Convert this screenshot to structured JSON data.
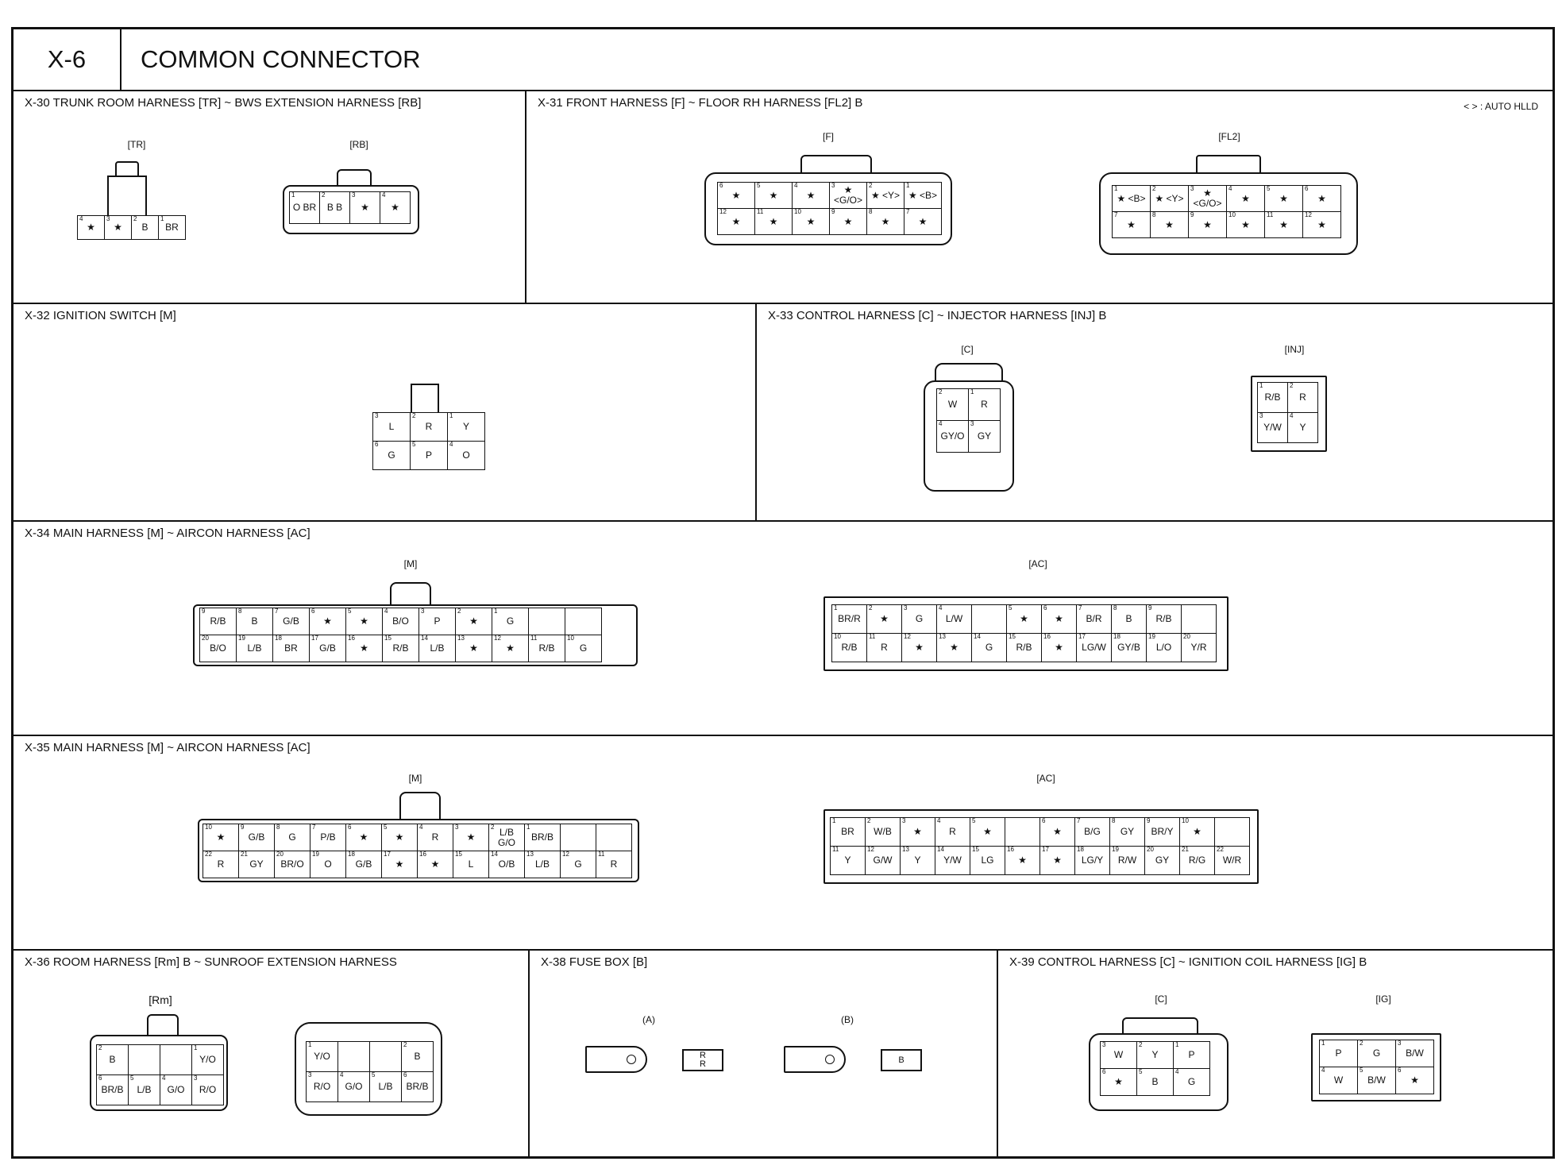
{
  "header": {
    "id": "X-6",
    "title": "COMMON CONNECTOR"
  },
  "panels": {
    "x30": {
      "title": "X-30 TRUNK ROOM HARNESS [TR] ~ BWS EXTENSION HARNESS [RB]",
      "tr": {
        "label": "[TR]",
        "rows": [
          [
            {
              "n": "4",
              "v": "★"
            },
            {
              "n": "3",
              "v": "★"
            },
            {
              "n": "2",
              "v": "B"
            },
            {
              "n": "1",
              "v": "BR"
            }
          ]
        ]
      },
      "rb": {
        "label": "[RB]",
        "rows": [
          [
            {
              "n": "1",
              "v": "O BR"
            },
            {
              "n": "2",
              "v": "B B"
            },
            {
              "n": "3",
              "v": "★"
            },
            {
              "n": "4",
              "v": "★"
            }
          ]
        ]
      }
    },
    "x31": {
      "title": "X-31 FRONT HARNESS [F] ~ FLOOR RH HARNESS [FL2] B",
      "note": "< > : AUTO HLLD",
      "f": {
        "label": "[F]",
        "rows": [
          [
            {
              "n": "6",
              "v": "★"
            },
            {
              "n": "5",
              "v": "★"
            },
            {
              "n": "4",
              "v": "★"
            },
            {
              "n": "3",
              "v": "★ <G/O>"
            },
            {
              "n": "2",
              "v": "★ <Y>"
            },
            {
              "n": "1",
              "v": "★ <B>"
            }
          ],
          [
            {
              "n": "12",
              "v": "★"
            },
            {
              "n": "11",
              "v": "★"
            },
            {
              "n": "10",
              "v": "★"
            },
            {
              "n": "9",
              "v": "★"
            },
            {
              "n": "8",
              "v": "★"
            },
            {
              "n": "7",
              "v": "★"
            }
          ]
        ]
      },
      "fl2": {
        "label": "[FL2]",
        "rows": [
          [
            {
              "n": "1",
              "v": "★ <B>"
            },
            {
              "n": "2",
              "v": "★ <Y>"
            },
            {
              "n": "3",
              "v": "★ <G/O>"
            },
            {
              "n": "4",
              "v": "★"
            },
            {
              "n": "5",
              "v": "★"
            },
            {
              "n": "6",
              "v": "★"
            }
          ],
          [
            {
              "n": "7",
              "v": "★"
            },
            {
              "n": "8",
              "v": "★"
            },
            {
              "n": "9",
              "v": "★"
            },
            {
              "n": "10",
              "v": "★"
            },
            {
              "n": "11",
              "v": "★"
            },
            {
              "n": "12",
              "v": "★"
            }
          ]
        ]
      }
    },
    "x32": {
      "title": "X-32 IGNITION SWITCH [M]",
      "m": {
        "rows": [
          [
            {
              "n": "3",
              "v": "L"
            },
            {
              "n": "2",
              "v": "R"
            },
            {
              "n": "1",
              "v": "Y"
            }
          ],
          [
            {
              "n": "6",
              "v": "G"
            },
            {
              "n": "5",
              "v": "P"
            },
            {
              "n": "4",
              "v": "O"
            }
          ]
        ]
      }
    },
    "x33": {
      "title": "X-33 CONTROL HARNESS [C] ~ INJECTOR HARNESS [INJ] B",
      "c": {
        "label": "[C]",
        "rows": [
          [
            {
              "n": "2",
              "v": "W"
            },
            {
              "n": "1",
              "v": "R"
            }
          ],
          [
            {
              "n": "4",
              "v": "GY/O"
            },
            {
              "n": "3",
              "v": "GY"
            }
          ]
        ]
      },
      "inj": {
        "label": "[INJ]",
        "rows": [
          [
            {
              "n": "1",
              "v": "R/B"
            },
            {
              "n": "2",
              "v": "R"
            }
          ],
          [
            {
              "n": "3",
              "v": "Y/W"
            },
            {
              "n": "4",
              "v": "Y"
            }
          ]
        ]
      }
    },
    "x34": {
      "title": "X-34 MAIN HARNESS [M] ~ AIRCON HARNESS [AC]",
      "m": {
        "label": "[M]",
        "rows": [
          [
            {
              "n": "9",
              "v": "R/B"
            },
            {
              "n": "8",
              "v": "B"
            },
            {
              "n": "7",
              "v": "G/B"
            },
            {
              "n": "6",
              "v": "★"
            },
            {
              "n": "5",
              "v": "★"
            },
            {
              "n": "4",
              "v": "B/O"
            },
            {
              "n": "3",
              "v": "P"
            },
            {
              "n": "2",
              "v": "★"
            },
            {
              "n": "1",
              "v": "G"
            }
          ],
          [
            {
              "n": "20",
              "v": "B/O"
            },
            {
              "n": "19",
              "v": "L/B"
            },
            {
              "n": "18",
              "v": "BR"
            },
            {
              "n": "17",
              "v": "G/B"
            },
            {
              "n": "16",
              "v": "★"
            },
            {
              "n": "15",
              "v": "R/B"
            },
            {
              "n": "14",
              "v": "L/B"
            },
            {
              "n": "13",
              "v": "★"
            },
            {
              "n": "12",
              "v": "★"
            },
            {
              "n": "11",
              "v": "R/B"
            },
            {
              "n": "10",
              "v": "G"
            }
          ]
        ]
      },
      "ac": {
        "label": "[AC]",
        "rows": [
          [
            {
              "n": "1",
              "v": "BR/R"
            },
            {
              "n": "2",
              "v": "★"
            },
            {
              "n": "3",
              "v": "G"
            },
            {
              "n": "4",
              "v": "L/W"
            },
            {
              "n": "",
              "v": ""
            },
            {
              "n": "5",
              "v": "★"
            },
            {
              "n": "6",
              "v": "★"
            },
            {
              "n": "7",
              "v": "B/R"
            },
            {
              "n": "8",
              "v": "B"
            },
            {
              "n": "9",
              "v": "R/B"
            }
          ],
          [
            {
              "n": "10",
              "v": "R/B"
            },
            {
              "n": "11",
              "v": "R"
            },
            {
              "n": "12",
              "v": "★"
            },
            {
              "n": "13",
              "v": "★"
            },
            {
              "n": "14",
              "v": "G"
            },
            {
              "n": "15",
              "v": "R/B"
            },
            {
              "n": "16",
              "v": "★"
            },
            {
              "n": "17",
              "v": "LG/W"
            },
            {
              "n": "18",
              "v": "GY/B"
            },
            {
              "n": "19",
              "v": "L/O"
            },
            {
              "n": "20",
              "v": "Y/R"
            }
          ]
        ]
      }
    },
    "x35": {
      "title": "X-35 MAIN HARNESS [M] ~ AIRCON HARNESS [AC]",
      "m": {
        "label": "[M]",
        "rows": [
          [
            {
              "n": "10",
              "v": "★"
            },
            {
              "n": "9",
              "v": "G/B"
            },
            {
              "n": "8",
              "v": "G"
            },
            {
              "n": "7",
              "v": "P/B"
            },
            {
              "n": "6",
              "v": "★"
            },
            {
              "n": "5",
              "v": "★"
            },
            {
              "n": "4",
              "v": "R"
            },
            {
              "n": "3",
              "v": "★"
            },
            {
              "n": "2",
              "v": "L/B G/O"
            },
            {
              "n": "1",
              "v": "BR/B"
            }
          ],
          [
            {
              "n": "22",
              "v": "R"
            },
            {
              "n": "21",
              "v": "GY"
            },
            {
              "n": "20",
              "v": "BR/O"
            },
            {
              "n": "19",
              "v": "O"
            },
            {
              "n": "18",
              "v": "G/B"
            },
            {
              "n": "17",
              "v": "★"
            },
            {
              "n": "16",
              "v": "★"
            },
            {
              "n": "15",
              "v": "L"
            },
            {
              "n": "14",
              "v": "O/B"
            },
            {
              "n": "13",
              "v": "L/B"
            },
            {
              "n": "12",
              "v": "G"
            },
            {
              "n": "11",
              "v": "R"
            }
          ]
        ]
      },
      "ac": {
        "label": "[AC]",
        "rows": [
          [
            {
              "n": "1",
              "v": "BR"
            },
            {
              "n": "2",
              "v": "W/B"
            },
            {
              "n": "3",
              "v": "★"
            },
            {
              "n": "4",
              "v": "R"
            },
            {
              "n": "5",
              "v": "★"
            },
            {
              "n": "",
              "v": ""
            },
            {
              "n": "6",
              "v": "★"
            },
            {
              "n": "7",
              "v": "B/G"
            },
            {
              "n": "8",
              "v": "GY"
            },
            {
              "n": "9",
              "v": "BR/Y"
            },
            {
              "n": "10",
              "v": "★"
            }
          ],
          [
            {
              "n": "11",
              "v": "Y"
            },
            {
              "n": "12",
              "v": "G/W"
            },
            {
              "n": "13",
              "v": "Y"
            },
            {
              "n": "14",
              "v": "Y/W"
            },
            {
              "n": "15",
              "v": "LG"
            },
            {
              "n": "16",
              "v": "★"
            },
            {
              "n": "17",
              "v": "★"
            },
            {
              "n": "18",
              "v": "LG/Y"
            },
            {
              "n": "19",
              "v": "R/W"
            },
            {
              "n": "20",
              "v": "GY"
            },
            {
              "n": "21",
              "v": "R/G"
            },
            {
              "n": "22",
              "v": "W/R"
            }
          ]
        ]
      }
    },
    "x36": {
      "title": "X-36 ROOM HARNESS [Rm] B ~ SUNROOF EXTENSION HARNESS",
      "rm": {
        "label": "[Rm]",
        "rows": [
          [
            {
              "n": "2",
              "v": "B"
            },
            {
              "n": "",
              "v": ""
            },
            {
              "n": "",
              "v": ""
            },
            {
              "n": "1",
              "v": "Y/O"
            }
          ],
          [
            {
              "n": "6",
              "v": "BR/B"
            },
            {
              "n": "5",
              "v": "L/B"
            },
            {
              "n": "4",
              "v": "G/O"
            },
            {
              "n": "3",
              "v": "R/O"
            }
          ]
        ]
      },
      "ext": {
        "rows": [
          [
            {
              "n": "1",
              "v": "Y/O"
            },
            {
              "n": "",
              "v": ""
            },
            {
              "n": "",
              "v": ""
            },
            {
              "n": "2",
              "v": "B"
            }
          ],
          [
            {
              "n": "3",
              "v": "R/O"
            },
            {
              "n": "4",
              "v": "G/O"
            },
            {
              "n": "5",
              "v": "L/B"
            },
            {
              "n": "6",
              "v": "BR/B"
            }
          ]
        ]
      }
    },
    "x38": {
      "title": "X-38 FUSE BOX [B]",
      "a": {
        "label": "(A)",
        "wire": "R R"
      },
      "b": {
        "label": "(B)",
        "wire": "B"
      }
    },
    "x39": {
      "title": "X-39 CONTROL HARNESS [C] ~ IGNITION COIL HARNESS [IG] B",
      "c": {
        "label": "[C]",
        "rows": [
          [
            {
              "n": "3",
              "v": "W"
            },
            {
              "n": "2",
              "v": "Y"
            },
            {
              "n": "1",
              "v": "P"
            }
          ],
          [
            {
              "n": "6",
              "v": "★"
            },
            {
              "n": "5",
              "v": "B"
            },
            {
              "n": "4",
              "v": "G"
            }
          ]
        ]
      },
      "ig": {
        "label": "[IG]",
        "rows": [
          [
            {
              "n": "1",
              "v": "P"
            },
            {
              "n": "2",
              "v": "G"
            },
            {
              "n": "3",
              "v": "B/W"
            }
          ],
          [
            {
              "n": "4",
              "v": "W"
            },
            {
              "n": "5",
              "v": "B/W"
            },
            {
              "n": "6",
              "v": "★"
            }
          ]
        ]
      }
    }
  }
}
